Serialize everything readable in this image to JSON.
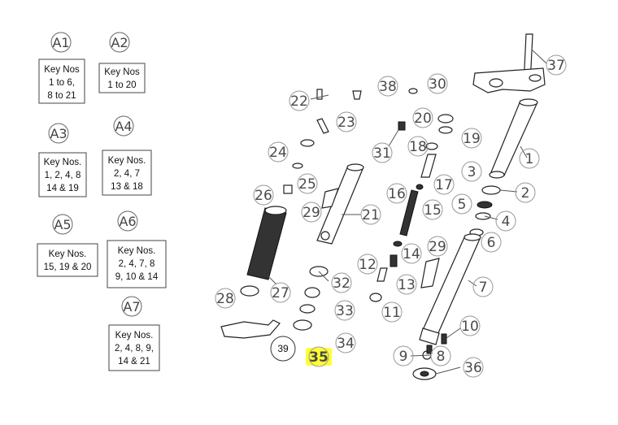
{
  "kits": [
    {
      "id": "A1",
      "lines": [
        "Key Nos",
        "1 to 6,",
        "8 to 21"
      ]
    },
    {
      "id": "A2",
      "lines": [
        "Key Nos",
        "1 to 20"
      ]
    },
    {
      "id": "A3",
      "lines": [
        "Key Nos.",
        "1, 2, 4, 8",
        "14 & 19"
      ]
    },
    {
      "id": "A4",
      "lines": [
        "Key Nos.",
        "2, 4, 7",
        "13 & 18"
      ]
    },
    {
      "id": "A5",
      "lines": [
        "Key Nos.",
        "15, 19 & 20"
      ]
    },
    {
      "id": "A6",
      "lines": [
        "Key Nos.",
        "2, 4, 7, 8",
        "9, 10 & 14"
      ]
    },
    {
      "id": "A7",
      "lines": [
        "Key Nos.",
        "2, 4, 8, 9,",
        "14 & 21"
      ]
    }
  ],
  "callouts": [
    "1",
    "2",
    "3",
    "4",
    "5",
    "6",
    "7",
    "8",
    "9",
    "10",
    "11",
    "12",
    "13",
    "14",
    "15",
    "16",
    "17",
    "18",
    "19",
    "20",
    "21",
    "22",
    "23",
    "24",
    "25",
    "26",
    "27",
    "28",
    "29",
    "29",
    "30",
    "31",
    "32",
    "33",
    "34",
    "35",
    "36",
    "37",
    "38"
  ],
  "plain_callout": "39",
  "highlighted_callout": "35",
  "colors": {
    "highlight": "#ffff33",
    "line": "#222222",
    "label": "#4a4a4a"
  }
}
